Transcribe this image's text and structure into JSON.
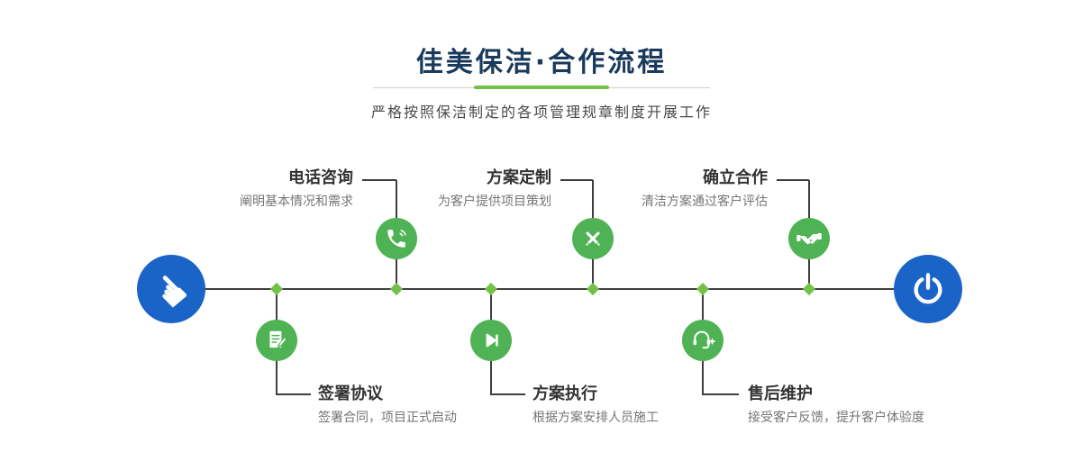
{
  "header": {
    "title": "佳美保洁·合作流程",
    "subtitle": "严格按照保洁制定的各项管理规章制度开展工作"
  },
  "colors": {
    "title": "#1a3a5c",
    "green": "#4fb355",
    "green_light": "#72c24a",
    "blue": "#1a64c8",
    "line": "#3f3f3f"
  },
  "timeline": {
    "start": {
      "icon": "hand-pointer-icon"
    },
    "end": {
      "icon": "power-icon"
    },
    "steps_top": [
      {
        "title": "电话咨询",
        "desc": "阐明基本情况和需求",
        "icon": "phone-icon"
      },
      {
        "title": "方案定制",
        "desc": "为客户提供项目策划",
        "icon": "design-tools-icon"
      },
      {
        "title": "确立合作",
        "desc": "清洁方案通过客户评估",
        "icon": "handshake-icon"
      }
    ],
    "steps_bottom": [
      {
        "title": "签署协议",
        "desc": "签署合同，项目正式启动",
        "icon": "sign-document-icon"
      },
      {
        "title": "方案执行",
        "desc": "根据方案安排人员施工",
        "icon": "play-next-icon"
      },
      {
        "title": "售后维护",
        "desc": "接受客户反馈，提升客户体验度",
        "icon": "customer-service-icon"
      }
    ]
  }
}
